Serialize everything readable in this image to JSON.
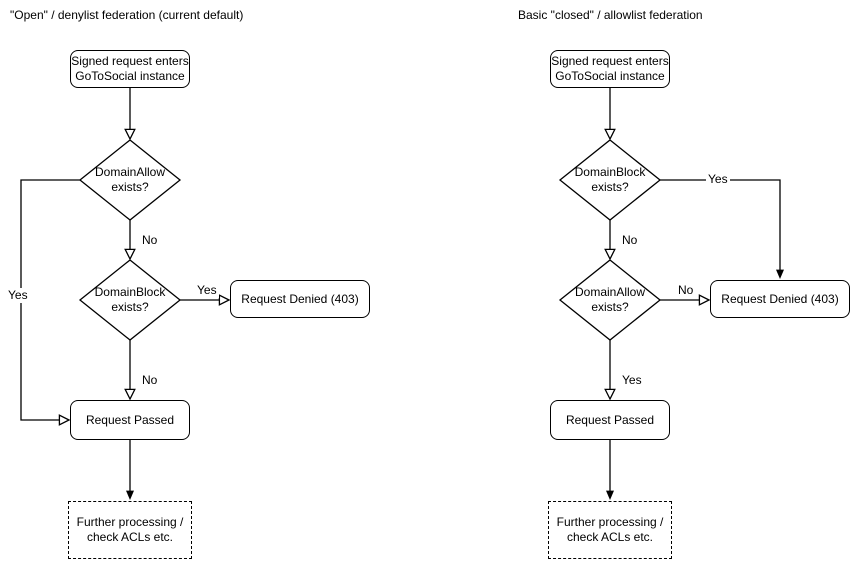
{
  "colors": {
    "stroke": "#000000",
    "canvas_background": "#ffffff"
  },
  "left": {
    "title": "\"Open\" / denylist federation (current default)",
    "start": "Signed request enters\nGoToSocial instance",
    "decision1": "DomainAllow\nexists?",
    "decision2": "DomainBlock\nexists?",
    "denied": "Request Denied (403)",
    "passed": "Request Passed",
    "further": "Further processing /\ncheck ACLs etc.",
    "labels": {
      "decision1_no": "No",
      "decision1_yes": "Yes",
      "decision2_yes": "Yes",
      "decision2_no": "No"
    }
  },
  "right": {
    "title": "Basic \"closed\" / allowlist federation",
    "start": "Signed request enters\nGoToSocial instance",
    "decision1": "DomainBlock\nexists?",
    "decision2": "DomainAllow\nexists?",
    "denied": "Request Denied (403)",
    "passed": "Request Passed",
    "further": "Further processing /\ncheck ACLs etc.",
    "labels": {
      "decision1_yes": "Yes",
      "decision1_no": "No",
      "decision2_no": "No",
      "decision2_yes": "Yes"
    }
  }
}
